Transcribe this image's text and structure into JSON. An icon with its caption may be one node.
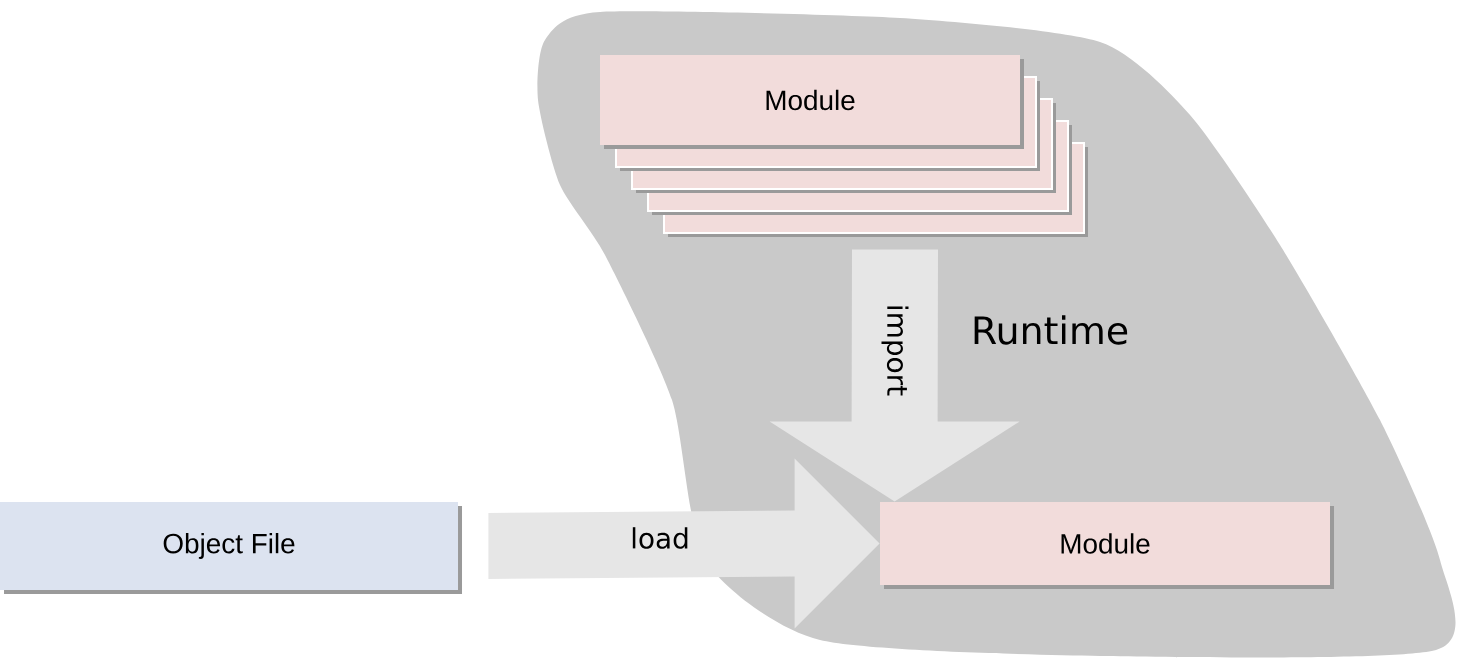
{
  "diagram": {
    "nodes": [
      {
        "text": [
          "Runtime"
        ]
      },
      {
        "text": [
          "Module"
        ],
        "in": 0
      },
      {
        "text": [
          "Object File"
        ]
      },
      {
        "text": [
          "Module"
        ],
        "in": 0
      }
    ],
    "edges": [
      {
        "from": 1,
        "to": 3,
        "arrow": "to",
        "label": "import"
      },
      {
        "from": 2,
        "to": 3,
        "arrow": "to",
        "label": "load"
      }
    ]
  }
}
